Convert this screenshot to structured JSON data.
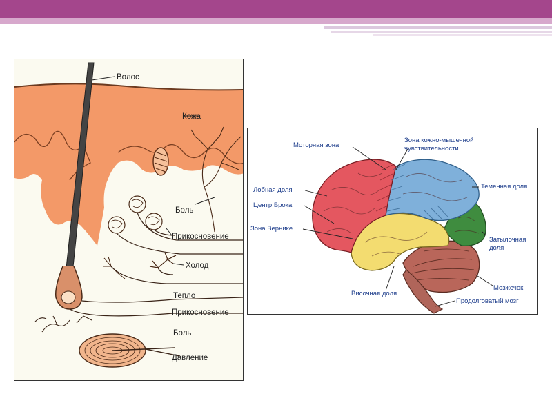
{
  "skin_diagram": {
    "labels": {
      "hair": "Волос",
      "skin": "Кожа",
      "pain1": "Боль",
      "touch1": "Прикосновение",
      "cold": "Холод",
      "warmth": "Тепло",
      "touch2": "Прикосновение",
      "pain2": "Боль",
      "pressure": "Давление"
    }
  },
  "brain_diagram": {
    "labels": {
      "motor_zone": "Моторная зона",
      "sensory_zone_line1": "Зона кожно-мышечной",
      "sensory_zone_line2": "чувствительности",
      "frontal_lobe": "Лобная доля",
      "broca": "Центр Брока",
      "wernicke": "Зона Вернике",
      "parietal_lobe": "Теменная доля",
      "occipital_line1": "Затылочная",
      "occipital_line2": "доля",
      "temporal_lobe": "Височная доля",
      "cerebellum": "Мозжечок",
      "medulla": "Продолговатый мозг"
    },
    "colors": {
      "frontal": "#e45760",
      "parietal": "#7fb0da",
      "temporal": "#f3dc70",
      "occipital": "#3f8c3f",
      "cerebellum": "#b9665a"
    }
  }
}
